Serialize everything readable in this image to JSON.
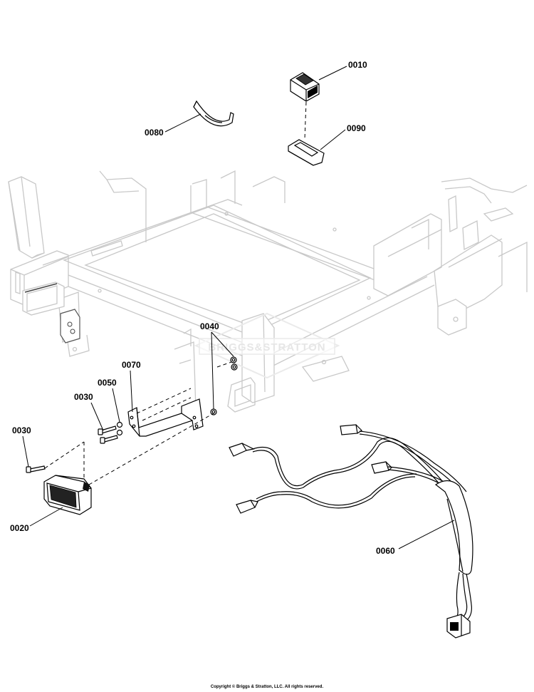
{
  "callouts": {
    "c0010": "0010",
    "c0020": "0020",
    "c0030a": "0030",
    "c0030b": "0030",
    "c0040": "0040",
    "c0050": "0050",
    "c0060": "0060",
    "c0070": "0070",
    "c0080": "0080",
    "c0090": "0090"
  },
  "watermark": "BRIGGS&STRATTON",
  "copyright": "Copyright © Briggs & Stratton, LLC. All rights reserved."
}
